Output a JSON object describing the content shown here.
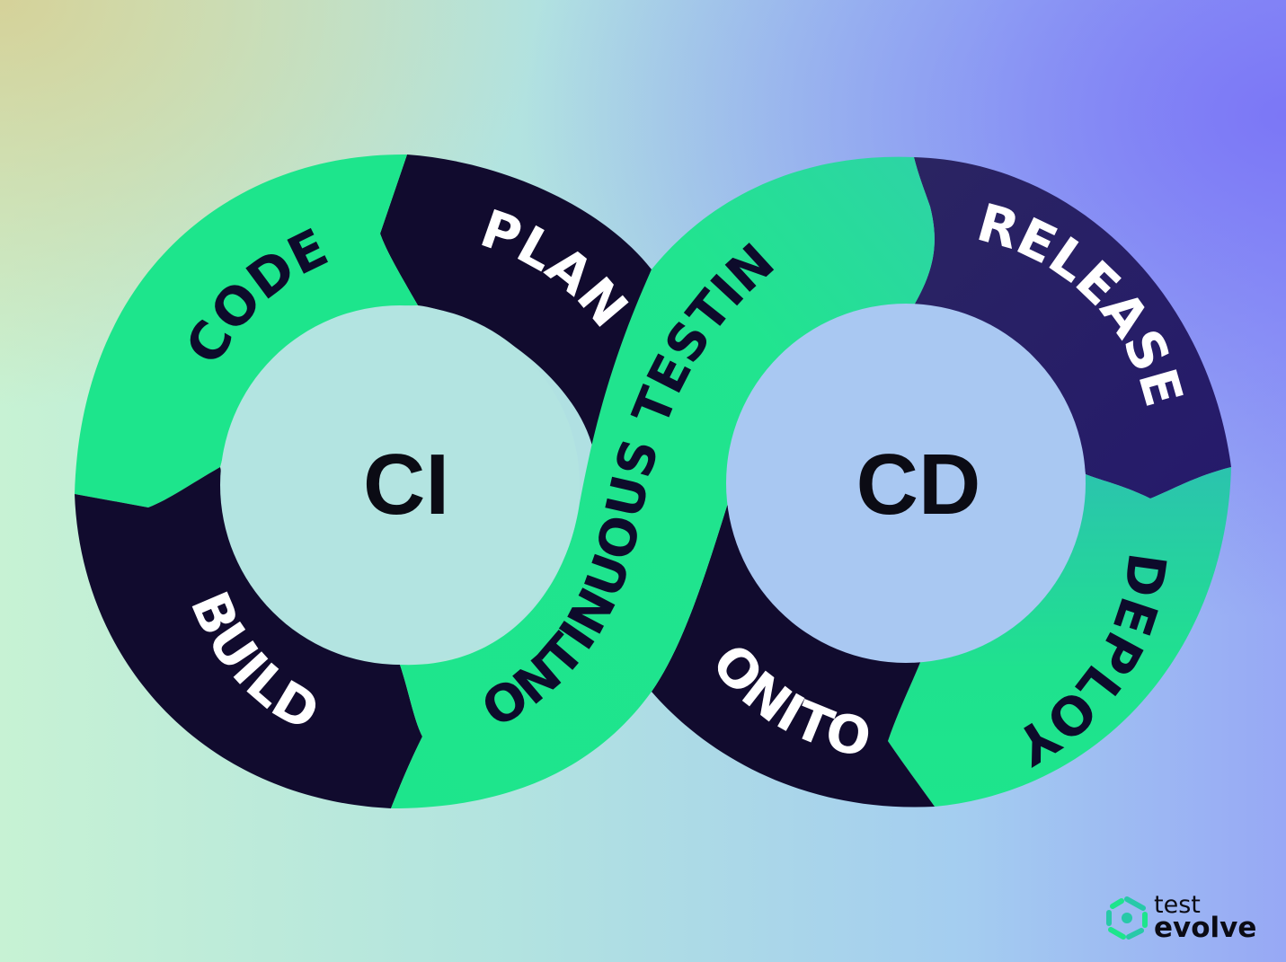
{
  "diagram": {
    "left_hub": "CI",
    "right_hub": "CD",
    "center_band": "CONTINUOUS TESTING",
    "stages": {
      "code": "CODE",
      "plan": "PLAN",
      "build": "BUILD",
      "release": "RELEASE",
      "deploy": "DEPLOY",
      "monitor": "MONITOR"
    }
  },
  "logo": {
    "line1": "test",
    "line2": "evolve"
  },
  "colors": {
    "green": "#1de58c",
    "teal": "#27c9a8",
    "navy": "#110b2e",
    "indigo": "#28205e",
    "hub_text": "#0b0b14",
    "stage_text_light": "#ffffff",
    "stage_text_dark": "#0d0b2b"
  },
  "icons": [
    "test-evolve-logo-icon"
  ]
}
